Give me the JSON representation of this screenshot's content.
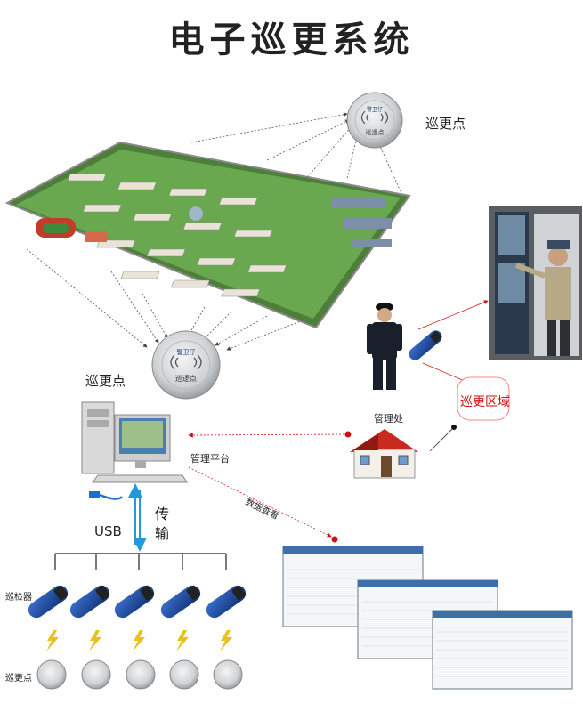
{
  "title": "电子巡更系统",
  "checkpoint_label": "巡更点",
  "checkpoint_label_2": "巡更点",
  "device_text_top": "警卫仔",
  "device_text_bottom": "巡逻点",
  "management_office": "管理处",
  "management_platform": "管理平台",
  "patrol_area": "巡更区域",
  "data_view": "数据查看",
  "usb": "USB",
  "transfer": "传输",
  "patroller_label": "巡检器",
  "checkpoint_row_label": "巡更点",
  "colors": {
    "accent_red": "#cc1111",
    "reader_blue": "#1e4fa3",
    "arrow_blue": "#2299dd"
  },
  "icons": [
    "patrol-checkpoint-icon",
    "computer-icon",
    "house-icon",
    "guard-icon",
    "patrol-reader-icon",
    "usb-cable-icon",
    "lightning-icon",
    "software-window-icon"
  ]
}
